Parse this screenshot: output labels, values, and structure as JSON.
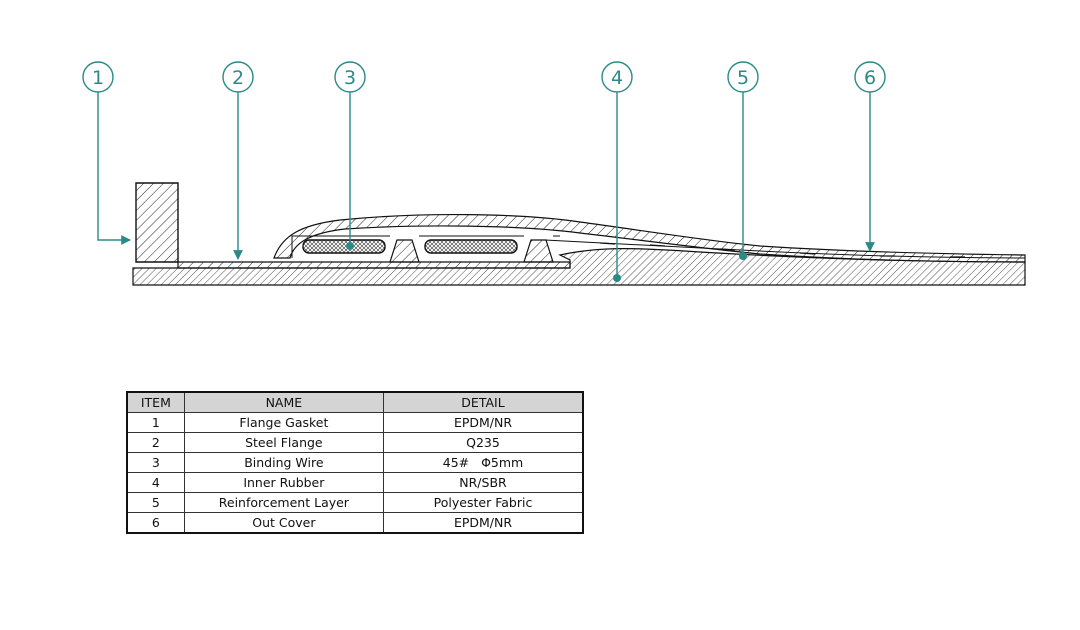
{
  "callouts": [
    "1",
    "2",
    "3",
    "4",
    "5",
    "6"
  ],
  "table": {
    "headers": [
      "ITEM",
      "NAME",
      "DETAIL"
    ],
    "rows": [
      {
        "item": "1",
        "name": "Flange Gasket",
        "detail": "EPDM/NR"
      },
      {
        "item": "2",
        "name": "Steel Flange",
        "detail": "Q235"
      },
      {
        "item": "3",
        "name": "Binding Wire",
        "detail": "45#   Φ5mm"
      },
      {
        "item": "4",
        "name": "Inner Rubber",
        "detail": "NR/SBR"
      },
      {
        "item": "5",
        "name": "Reinforcement Layer",
        "detail": "Polyester Fabric"
      },
      {
        "item": "6",
        "name": "Out Cover",
        "detail": "EPDM/NR"
      }
    ]
  },
  "colors": {
    "callout": "#2a8a88",
    "outline": "#111111",
    "header_fill": "#d4d4d4"
  }
}
